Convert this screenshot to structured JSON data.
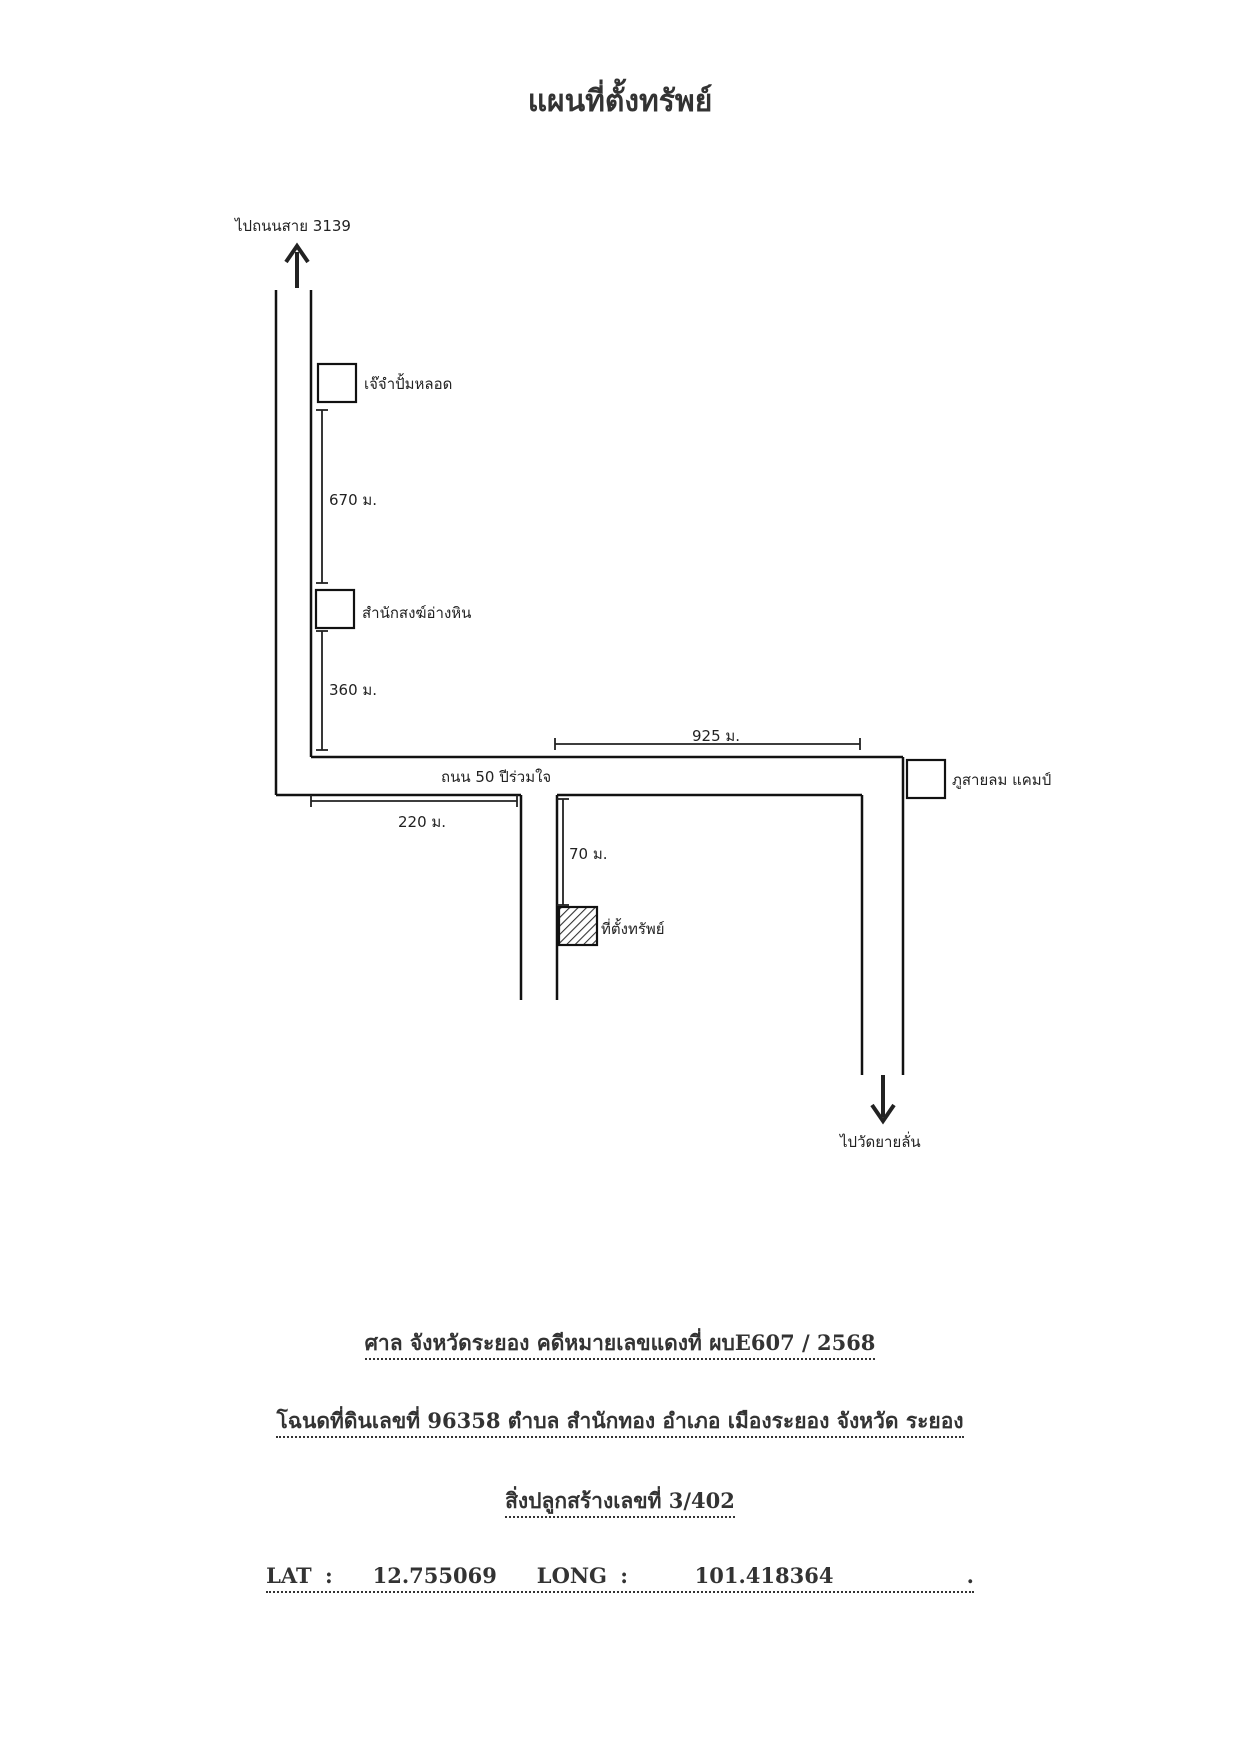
{
  "title": "แผนที่ตั้งทรัพย์",
  "map": {
    "labels": {
      "north_direction": "ไปถนนสาย 3139",
      "south_direction": "ไปวัดยายลั่น",
      "landmark_1": "เจ๊จำปั้มหลอด",
      "landmark_2": "สำนักสงฆ์อ่างหิน",
      "landmark_3": "ภูสายลม แคมป์",
      "property": "ที่ตั้งทรัพย์",
      "road_name": "ถนน 50 ปีร่วมใจ",
      "dist_670": "670 ม.",
      "dist_360": "360 ม.",
      "dist_925": "925 ม.",
      "dist_220": "220 ม.",
      "dist_70": "70 ม."
    },
    "colors": {
      "line": "#111111",
      "hatch": "#333333"
    }
  },
  "footer": {
    "case_line": "ศาล จังหวัดระยอง คดีหมายเลขแดงที่ ผบE607 / 2568",
    "deed_line": "โฉนดที่ดินเลขที่ 96358 ตำบล สำนักทอง อำเภอ เมืองระยอง จังหวัด ระยอง",
    "building_line": "สิ่งปลูกสร้างเลขที่ 3/402",
    "lat_label": "LAT :",
    "lat_value": "12.755069",
    "long_label": "LONG :",
    "long_value": "101.418364",
    "trailing": "."
  }
}
